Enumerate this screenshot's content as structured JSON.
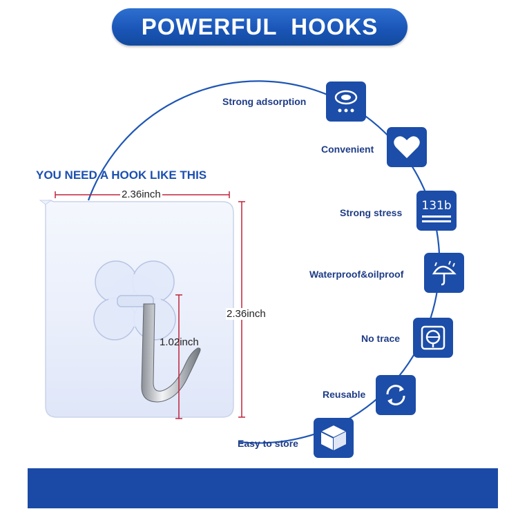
{
  "title": "POWERFUL  HOOKS",
  "headline": "YOU NEED A HOOK LIKE THIS",
  "dimensions": {
    "width": "2.36inch",
    "height": "2.36inch",
    "hook": "1.02inch"
  },
  "features": [
    {
      "label": "Strong adsorption",
      "icon": "suction-cup-icon"
    },
    {
      "label": "Convenient",
      "icon": "heart-icon"
    },
    {
      "label": "Strong stress",
      "icon": "weight-icon",
      "icon_text": "131b"
    },
    {
      "label": "Waterproof&oilproof",
      "icon": "umbrella-icon"
    },
    {
      "label": "No trace",
      "icon": "no-trace-icon"
    },
    {
      "label": "Reusable",
      "icon": "reuse-arrows-icon"
    },
    {
      "label": "Easy to store",
      "icon": "box-icon"
    }
  ],
  "colors": {
    "brand_blue": "#1c4da8",
    "dimension_red": "#c0223a"
  }
}
